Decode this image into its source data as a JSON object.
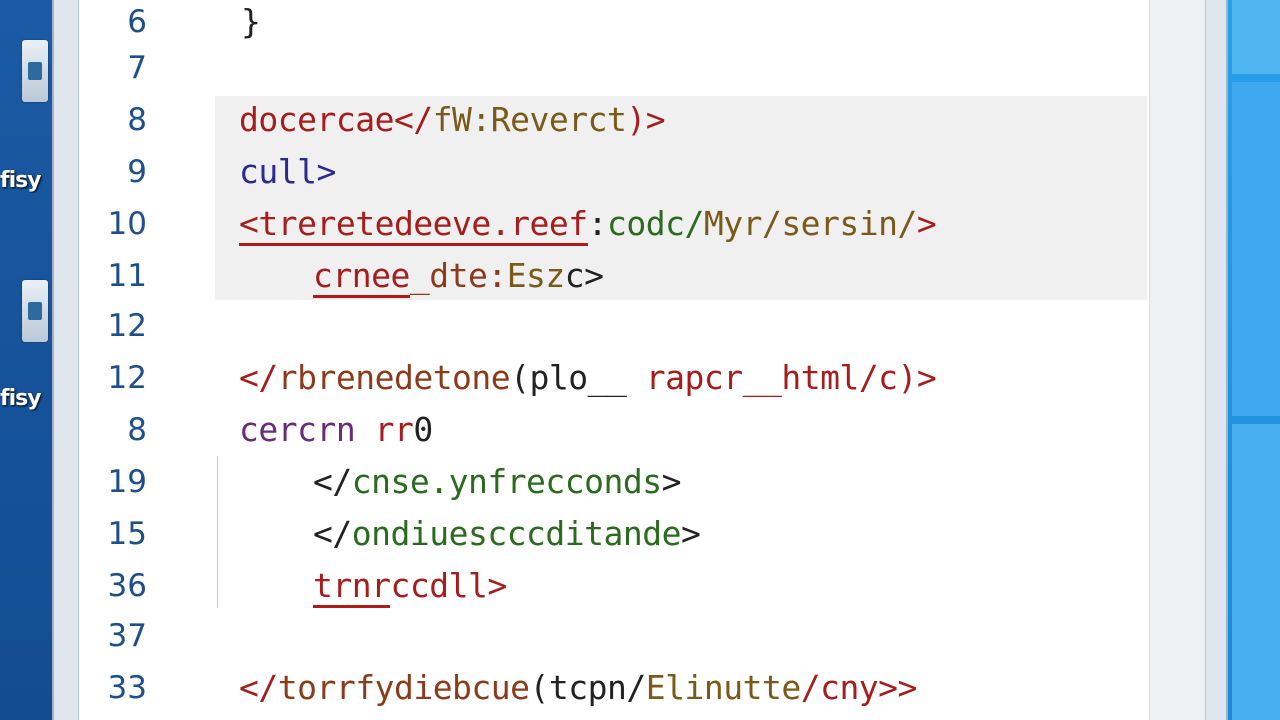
{
  "desktop": {
    "icons": [
      {
        "label": "fisy"
      },
      {
        "label": "fisy"
      }
    ]
  },
  "editor": {
    "lines": [
      {
        "number": "6",
        "segments": [
          {
            "text": "}",
            "color": "dark"
          }
        ]
      },
      {
        "number": "7",
        "segments": []
      },
      {
        "number": "8",
        "segments": [
          {
            "text": "docercae</",
            "color": "red"
          },
          {
            "text": "fW:Reverct",
            "color": "olive"
          },
          {
            "text": ")>",
            "color": "red"
          }
        ]
      },
      {
        "number": "9",
        "segments": [
          {
            "text": "cull>",
            "color": "navy"
          }
        ]
      },
      {
        "number": "10",
        "segments": [
          {
            "text": "<treretedeeve.reef",
            "color": "red",
            "underline": true
          },
          {
            "text": ":",
            "color": "dark"
          },
          {
            "text": "codc/",
            "color": "green"
          },
          {
            "text": "Myr/sersin/",
            "color": "olive"
          },
          {
            "text": ">",
            "color": "red"
          }
        ]
      },
      {
        "number": "11",
        "segments": [
          {
            "text": "crnee",
            "color": "red",
            "underline": true
          },
          {
            "text": "_dte:",
            "color": "brown"
          },
          {
            "text": "Esz",
            "color": "olive"
          },
          {
            "text": "c>",
            "color": "dark"
          }
        ]
      },
      {
        "number": "12",
        "segments": []
      },
      {
        "number": "12",
        "segments": [
          {
            "text": "</",
            "color": "red"
          },
          {
            "text": "rbrenedetone",
            "color": "brown"
          },
          {
            "text": "(plo__",
            "color": "dark"
          },
          {
            "text": " rapcr__",
            "color": "red"
          },
          {
            "text": "html/c)>",
            "color": "red"
          }
        ]
      },
      {
        "number": "8",
        "segments": [
          {
            "text": "cercrn ",
            "color": "purple"
          },
          {
            "text": "rr",
            "color": "red"
          },
          {
            "text": "0",
            "color": "dark"
          }
        ]
      },
      {
        "number": "19",
        "segments": [
          {
            "text": "</",
            "color": "dark"
          },
          {
            "text": "cnse.ynfrecconds",
            "color": "green"
          },
          {
            "text": ">",
            "color": "dark"
          }
        ]
      },
      {
        "number": "15",
        "segments": [
          {
            "text": "</",
            "color": "dark"
          },
          {
            "text": "ondiuescccditande",
            "color": "green"
          },
          {
            "text": ">",
            "color": "dark"
          }
        ]
      },
      {
        "number": "36",
        "segments": [
          {
            "text": "trnr",
            "color": "red",
            "underline": true
          },
          {
            "text": "ccdll>",
            "color": "red"
          }
        ]
      },
      {
        "number": "37",
        "segments": []
      },
      {
        "number": "33",
        "segments": [
          {
            "text": "</",
            "color": "red"
          },
          {
            "text": "torrfydiebcue",
            "color": "brown"
          },
          {
            "text": "(tcpn/",
            "color": "dark"
          },
          {
            "text": "Elinutte",
            "color": "olive"
          },
          {
            "text": "/cny>>",
            "color": "red"
          }
        ]
      }
    ]
  },
  "colors": {
    "red": "#a51d1d",
    "navy": "#2b2b8f",
    "green": "#2b6a1f",
    "olive": "#7a5a1a",
    "purple": "#6a2b7a",
    "dark": "#222222",
    "brown": "#8b3a1a",
    "line_number": "#1f4f8a",
    "highlight_bg": "#f0f0f0"
  }
}
